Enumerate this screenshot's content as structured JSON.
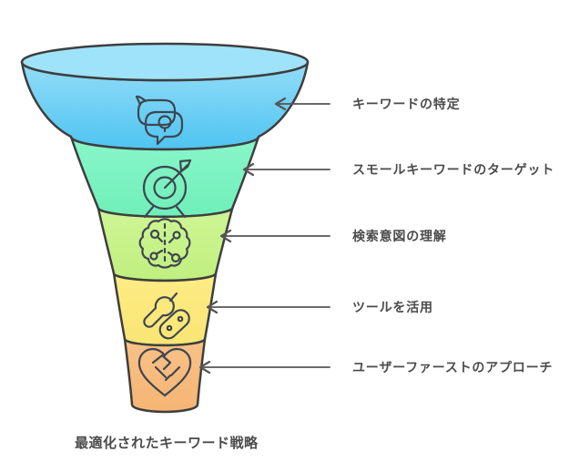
{
  "diagram": {
    "title": "最適化されたキーワード戦略",
    "colors": {
      "outline": "#3e3e3e",
      "icon": "#3e4650",
      "label": "#4b4b4b",
      "arrow": "#555555",
      "rim": "#9fe3fa",
      "background": "#ffffff"
    },
    "stages": [
      {
        "label": "キーワードの特定",
        "icon": "chat-idea-icon",
        "color_top": "#93ddf8",
        "color_bottom": "#4fc4f1"
      },
      {
        "label": "スモールキーワードのターゲット",
        "icon": "target-arrow-icon",
        "color_top": "#89f6c9",
        "color_bottom": "#70efba"
      },
      {
        "label": "検索意図の理解",
        "icon": "brain-circuit-icon",
        "color_top": "#cff595",
        "color_bottom": "#c0ef7f"
      },
      {
        "label": "ツールを活用",
        "icon": "tools-icon",
        "color_top": "#fdec85",
        "color_bottom": "#fae574"
      },
      {
        "label": "ユーザーファーストのアプローチ",
        "icon": "heart-handshake-icon",
        "color_top": "#f9c187",
        "color_bottom": "#f5b574"
      }
    ]
  }
}
